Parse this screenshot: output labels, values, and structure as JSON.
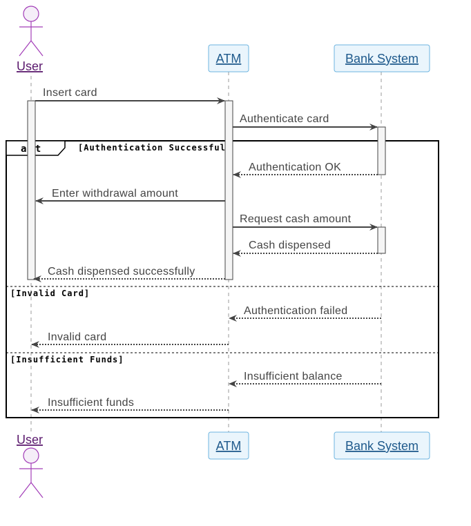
{
  "participants": {
    "user": {
      "label": "User",
      "kind": "actor"
    },
    "atm": {
      "label": "ATM",
      "kind": "participant"
    },
    "bank": {
      "label": "Bank System",
      "kind": "participant"
    }
  },
  "messages": [
    {
      "label": "Insert card",
      "from": "user",
      "to": "atm",
      "style": "solid"
    },
    {
      "label": "Authenticate card",
      "from": "atm",
      "to": "bank",
      "style": "solid"
    },
    {
      "label": "Authentication OK",
      "from": "bank",
      "to": "atm",
      "style": "dotted"
    },
    {
      "label": "Enter withdrawal amount",
      "from": "atm",
      "to": "user",
      "style": "solid"
    },
    {
      "label": "Request cash amount",
      "from": "atm",
      "to": "bank",
      "style": "solid"
    },
    {
      "label": "Cash dispensed",
      "from": "bank",
      "to": "atm",
      "style": "dotted"
    },
    {
      "label": "Cash dispensed successfully",
      "from": "atm",
      "to": "user",
      "style": "dotted"
    },
    {
      "label": "Authentication failed",
      "from": "bank",
      "to": "atm",
      "style": "dotted"
    },
    {
      "label": "Invalid card",
      "from": "atm",
      "to": "user",
      "style": "dotted"
    },
    {
      "label": "Insufficient balance",
      "from": "bank",
      "to": "atm",
      "style": "dotted"
    },
    {
      "label": "Insufficient funds",
      "from": "atm",
      "to": "user",
      "style": "dotted"
    }
  ],
  "fragment": {
    "keyword": "alt",
    "guards": [
      "[Authentication Successful]",
      "[Invalid Card]",
      "[Insufficient Funds]"
    ]
  },
  "colors": {
    "actor_stroke": "#a23db8",
    "actor_fill": "#f5eef8",
    "participant_fill": "#eaf5fc",
    "participant_stroke": "#6cb4df",
    "arrow": "#444444",
    "lifeline": "#999999",
    "frame": "#000000",
    "activation_fill": "#f5f5f5"
  }
}
